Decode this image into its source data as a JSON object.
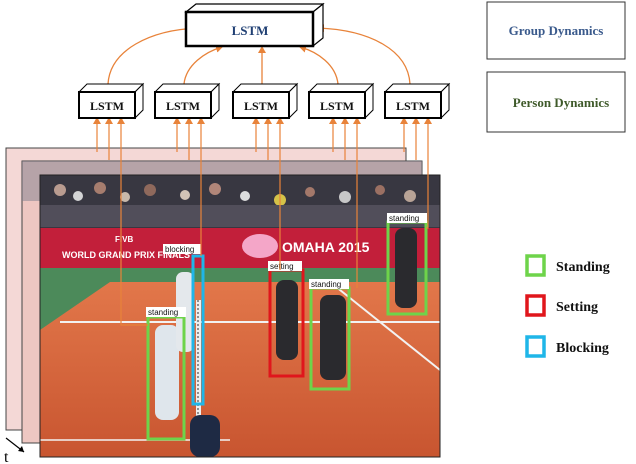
{
  "top_lstm": {
    "label": "LSTM"
  },
  "person_lstms": [
    {
      "label": "LSTM"
    },
    {
      "label": "LSTM"
    },
    {
      "label": "LSTM"
    },
    {
      "label": "LSTM"
    },
    {
      "label": "LSTM"
    }
  ],
  "right_boxes": {
    "group": "Group Dynamics",
    "person": "Person Dynamics"
  },
  "legend": [
    {
      "label": "Standing",
      "color": "#6ed44a"
    },
    {
      "label": "Setting",
      "color": "#e0161c"
    },
    {
      "label": "Blocking",
      "color": "#1fb6e8"
    }
  ],
  "time_axis": {
    "label": "t"
  },
  "frame": {
    "banner_left": "WORLD GRAND PRIX FINALS",
    "banner_right": "OMAHA 2015",
    "banner_logo": "FIVB"
  },
  "player_boxes": [
    {
      "label": "standing",
      "color": "#6ed44a"
    },
    {
      "label": "blocking",
      "color": "#1fb6e8"
    },
    {
      "label": "setting",
      "color": "#e0161c"
    },
    {
      "label": "standing",
      "color": "#6ed44a"
    },
    {
      "label": "standing",
      "color": "#6ed44a"
    }
  ],
  "colors": {
    "arrow": "#e8833a",
    "lstm_text": "#1f3f73",
    "group_text": "#3a5a8c",
    "person_text": "#3f5a2a",
    "court_orange": "#d9623a",
    "court_green": "#4c8a5a"
  }
}
